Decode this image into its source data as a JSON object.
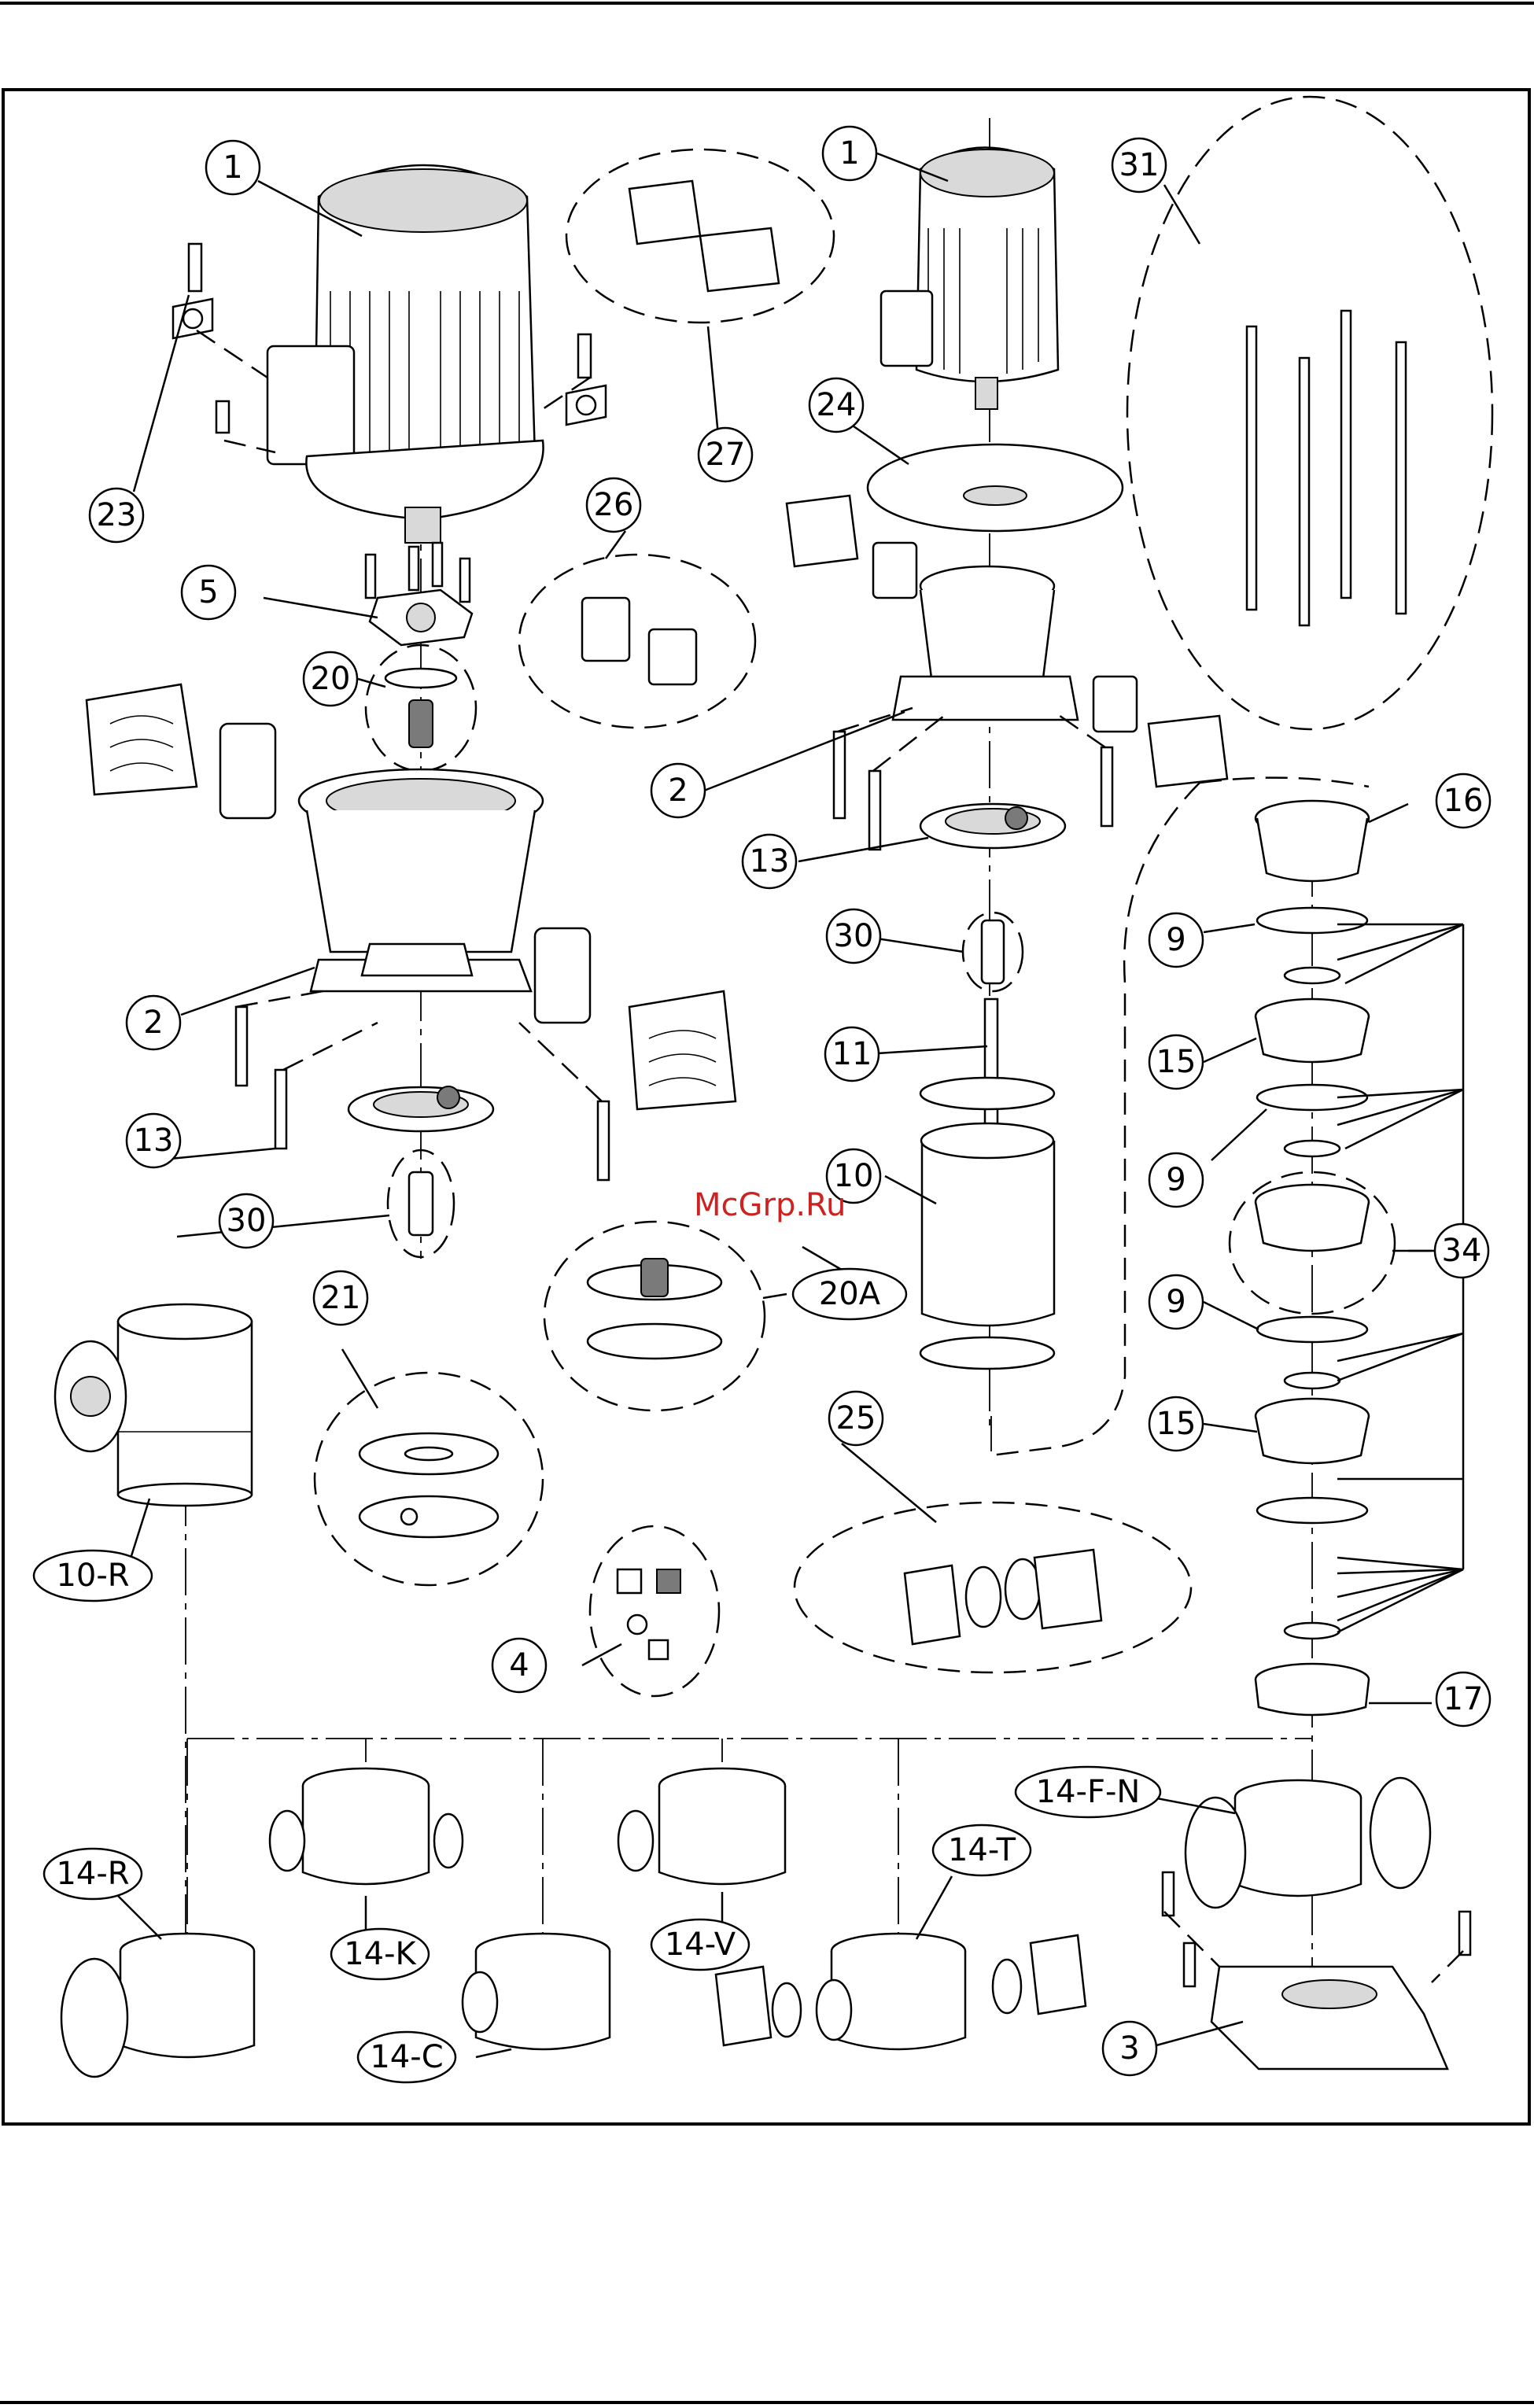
{
  "watermark": "McGrp.Ru",
  "labels": [
    {
      "id": "l1a",
      "text": "1"
    },
    {
      "id": "l1b",
      "text": "1"
    },
    {
      "id": "l27",
      "text": "27"
    },
    {
      "id": "l31",
      "text": "31"
    },
    {
      "id": "l23",
      "text": "23"
    },
    {
      "id": "l24",
      "text": "24"
    },
    {
      "id": "l26",
      "text": "26"
    },
    {
      "id": "l5",
      "text": "5"
    },
    {
      "id": "l20",
      "text": "20"
    },
    {
      "id": "l2a",
      "text": "2"
    },
    {
      "id": "l2b",
      "text": "2"
    },
    {
      "id": "l16",
      "text": "16"
    },
    {
      "id": "l13a",
      "text": "13"
    },
    {
      "id": "l13b",
      "text": "13"
    },
    {
      "id": "l9a",
      "text": "9"
    },
    {
      "id": "l9b",
      "text": "9"
    },
    {
      "id": "l9c",
      "text": "9"
    },
    {
      "id": "l30a",
      "text": "30"
    },
    {
      "id": "l30b",
      "text": "30"
    },
    {
      "id": "l11",
      "text": "11"
    },
    {
      "id": "l15a",
      "text": "15"
    },
    {
      "id": "l15b",
      "text": "15"
    },
    {
      "id": "l10",
      "text": "10"
    },
    {
      "id": "l34",
      "text": "34"
    },
    {
      "id": "l21",
      "text": "21"
    },
    {
      "id": "l20A",
      "text": "20A"
    },
    {
      "id": "l25",
      "text": "25"
    },
    {
      "id": "l10R",
      "text": "10-R"
    },
    {
      "id": "l4",
      "text": "4"
    },
    {
      "id": "l17",
      "text": "17"
    },
    {
      "id": "l14FN",
      "text": "14-F-N"
    },
    {
      "id": "l14T",
      "text": "14-T"
    },
    {
      "id": "l14R",
      "text": "14-R"
    },
    {
      "id": "l14K",
      "text": "14-K"
    },
    {
      "id": "l14V",
      "text": "14-V"
    },
    {
      "id": "l14C",
      "text": "14-C"
    },
    {
      "id": "l3",
      "text": "3"
    }
  ]
}
